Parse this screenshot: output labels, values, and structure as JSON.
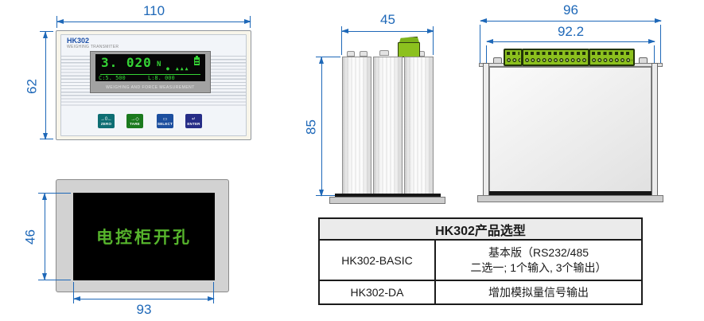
{
  "colors": {
    "dimension_blue": "#1e68b8",
    "screen_green": "#35d435",
    "connector_green": "#8cc11e",
    "brand_blue": "#1d50a8"
  },
  "front_view": {
    "width_dim": "110",
    "height_dim": "62",
    "brand": "HK302",
    "subtitle": "WEIGHING TRANSMITER",
    "display": {
      "main_value": "3. 020",
      "unit": "N",
      "indicators": "● ▲▲▲",
      "channel_value": "C:5. 500",
      "limit_value": "L:8. 000",
      "caption": "WEIGHING AND FORCE MEASUREMENT"
    },
    "buttons": [
      {
        "label": "ZERO",
        "icon": "→0←",
        "color": "#0e6e73"
      },
      {
        "label": "TARE",
        "icon": "→◇",
        "color": "#1b7a1e"
      },
      {
        "label": "SELECT",
        "icon": "▭",
        "color": "#1c4f9f"
      },
      {
        "label": "ENTER",
        "icon": "↵",
        "color": "#262d87"
      }
    ]
  },
  "cutout_view": {
    "height_dim": "46",
    "width_dim": "93",
    "label": "电控柜开孔"
  },
  "side_view": {
    "width_dim": "45",
    "height_dim": "85"
  },
  "rear_view": {
    "outer_dim": "96",
    "inner_dim": "92.2"
  },
  "selection_table": {
    "title": "HK302产品选型",
    "rows": [
      {
        "model": "HK302-BASIC",
        "description_line1": "基本版（RS232/485",
        "description_line2": "二选一; 1个输入, 3个输出）"
      },
      {
        "model": "HK302-DA",
        "description_line1": "增加模拟量信号输出",
        "description_line2": ""
      }
    ]
  }
}
